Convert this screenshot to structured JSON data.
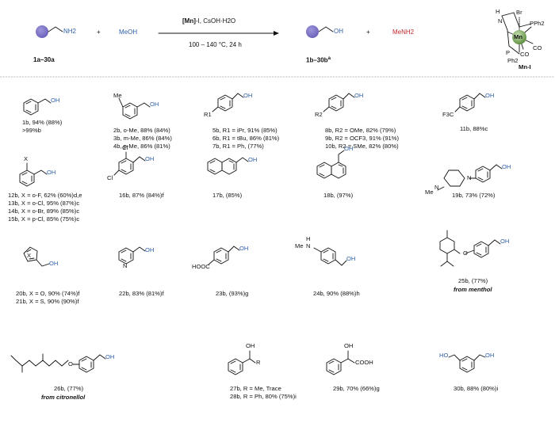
{
  "scheme": {
    "reactant_label": "1a–30a",
    "reactant_group": "NH2",
    "plus": "+",
    "methanol": "MeOH",
    "conditions_top_bold": "[Mn]",
    "conditions_top_rest": "-I, CsOH·H2O",
    "conditions_bottom": "100 – 140 °C, 24 h",
    "product_group": "OH",
    "product_label": "1b–30b",
    "product_label_sup": "a",
    "byproduct": "MeNH2",
    "catalyst_name": "Mn-I",
    "catalyst_atoms": {
      "h": "H",
      "n": "N",
      "br": "Br",
      "mn": "Mn",
      "pph2_top": "PPh2",
      "pph2_bottom": "Ph2",
      "p": "P",
      "co1": "CO",
      "co2": "CO"
    }
  },
  "colors": {
    "substrate_dot": "#7b72c4",
    "mn_sphere": "#7aa85c",
    "methanol_blue": "#2e5fa8",
    "byproduct_red": "#c1272d",
    "catalyst_bg": "#dcefd6"
  },
  "products": {
    "p1": [
      "1b, 94% (88%)",
      ">99%b"
    ],
    "p2": [
      "2b, o-Me, 88% (84%)",
      "3b, m-Me, 86% (84%)",
      "4b, p-Me, 86% (81%)"
    ],
    "p5": [
      "5b, R1 = iPr, 91% (85%)",
      "6b, R1 = tBu, 86% (81%)",
      "7b, R1 = Ph, (77%)"
    ],
    "p8": [
      "8b, R2 = OMe, 82% (79%)",
      "9b, R2 = OCF3, 91% (91%)",
      "10b, R2 = SMe, 82% (80%)"
    ],
    "p11": [
      "11b, 88%c"
    ],
    "p12": [
      "12b, X = o-F, 62% (60%)d,e",
      "13b, X = o-Cl, 95% (87%)c",
      "14b, X = o-Br, 89% (85%)c",
      "15b, X = p-Cl, 85% (75%)c"
    ],
    "p16": [
      "16b, 87% (84%)f"
    ],
    "p17": [
      "17b, (85%)"
    ],
    "p18": [
      "18b, (97%)"
    ],
    "p19": [
      "19b, 73% (72%)"
    ],
    "p20": [
      "20b, X = O, 90% (74%)f",
      "21b, X = S, 90% (90%)f"
    ],
    "p22": [
      "22b, 83% (81%)f"
    ],
    "p23": [
      "23b, (93%)g"
    ],
    "p24": [
      "24b, 90% (88%)h"
    ],
    "p25": [
      "25b, (77%)"
    ],
    "p25_source": "from menthol",
    "p26": [
      "26b, (77%)"
    ],
    "p26_source": "from citronellol",
    "p27": [
      "27b, R = Me, Trace",
      "28b, R = Ph, 80% (75%)i"
    ],
    "p29": [
      "29b, 70% (66%)g"
    ],
    "p30": [
      "30b, 88% (80%)i"
    ]
  },
  "atoms": {
    "oh": "OH",
    "me": "Me",
    "r1": "R1",
    "r2": "R2",
    "f3c": "F3C",
    "x": "X",
    "cl": "Cl",
    "n": "N",
    "me_n": "N",
    "hooc": "HOOC",
    "me_nh": "N",
    "h": "H",
    "o": "O",
    "r": "R",
    "cooh": "COOH",
    "ho": "HO"
  }
}
